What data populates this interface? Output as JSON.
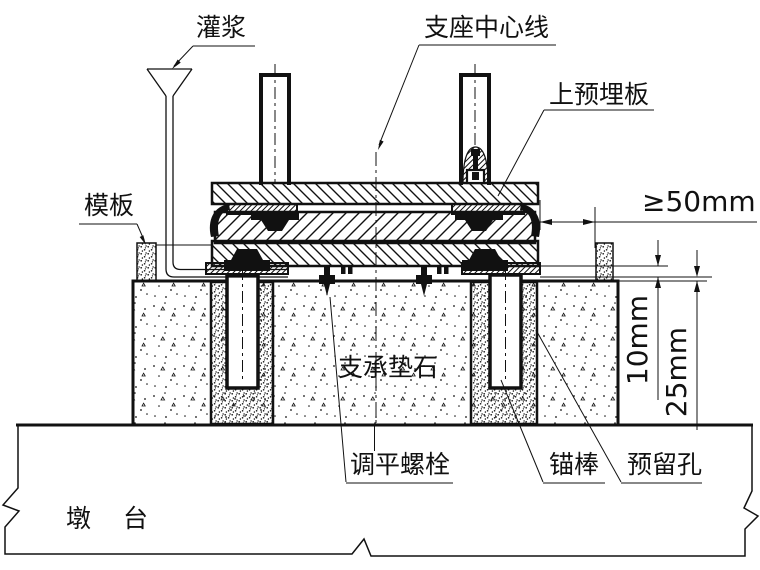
{
  "labels": {
    "grouting": "灌浆",
    "bearing_centerline": "支座中心线",
    "upper_embedded_plate": "上预埋板",
    "formwork": "模板",
    "bearing_pad_stone": "支承垫石",
    "leveling_bolt": "调平螺栓",
    "anchor_rod": "锚棒",
    "reserved_hole": "预留孔",
    "pier": "墩 台"
  },
  "dimensions": {
    "side_gap": "≥50mm",
    "grout_thickness": "10mm",
    "recess_depth": "25mm"
  },
  "colors": {
    "line": "#111111",
    "background": "#ffffff"
  }
}
